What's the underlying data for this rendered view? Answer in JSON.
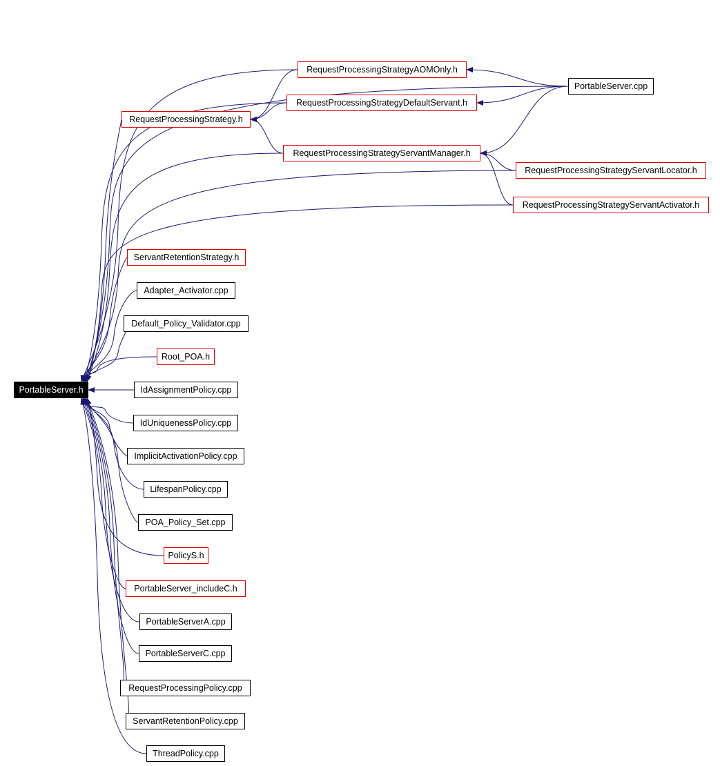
{
  "diagram": {
    "root": {
      "label": "PortableServer.h"
    },
    "nodes": [
      {
        "id": "aomonly",
        "label": "RequestProcessingStrategyAOMOnly.h",
        "border": "#e00000"
      },
      {
        "id": "ps_cpp",
        "label": "PortableServer.cpp",
        "border": "#000000"
      },
      {
        "id": "defservant",
        "label": "RequestProcessingStrategyDefaultServant.h",
        "border": "#e00000"
      },
      {
        "id": "rps",
        "label": "RequestProcessingStrategy.h",
        "border": "#e00000"
      },
      {
        "id": "servmgr",
        "label": "RequestProcessingStrategyServantManager.h",
        "border": "#e00000"
      },
      {
        "id": "servloc",
        "label": "RequestProcessingStrategyServantLocator.h",
        "border": "#e00000"
      },
      {
        "id": "servact",
        "label": "RequestProcessingStrategyServantActivator.h",
        "border": "#e00000"
      },
      {
        "id": "retstrat",
        "label": "ServantRetentionStrategy.h",
        "border": "#e00000"
      },
      {
        "id": "adapter",
        "label": "Adapter_Activator.cpp",
        "border": "#000000"
      },
      {
        "id": "defpol",
        "label": "Default_Policy_Validator.cpp",
        "border": "#000000"
      },
      {
        "id": "rootpoa",
        "label": "Root_POA.h",
        "border": "#e00000"
      },
      {
        "id": "idassign",
        "label": "IdAssignmentPolicy.cpp",
        "border": "#000000"
      },
      {
        "id": "iduniq",
        "label": "IdUniquenessPolicy.cpp",
        "border": "#000000"
      },
      {
        "id": "implicit",
        "label": "ImplicitActivationPolicy.cpp",
        "border": "#000000"
      },
      {
        "id": "lifespan",
        "label": "LifespanPolicy.cpp",
        "border": "#000000"
      },
      {
        "id": "poaset",
        "label": "POA_Policy_Set.cpp",
        "border": "#000000"
      },
      {
        "id": "policys",
        "label": "PolicyS.h",
        "border": "#e00000"
      },
      {
        "id": "incc",
        "label": "PortableServer_includeC.h",
        "border": "#e00000"
      },
      {
        "id": "psa",
        "label": "PortableServerA.cpp",
        "border": "#000000"
      },
      {
        "id": "psc",
        "label": "PortableServerC.cpp",
        "border": "#000000"
      },
      {
        "id": "rppol",
        "label": "RequestProcessingPolicy.cpp",
        "border": "#000000"
      },
      {
        "id": "srpol",
        "label": "ServantRetentionPolicy.cpp",
        "border": "#000000"
      },
      {
        "id": "thread",
        "label": "ThreadPolicy.cpp",
        "border": "#000000"
      }
    ],
    "edges": [
      {
        "from": "ps_cpp",
        "to": "aomonly"
      },
      {
        "from": "ps_cpp",
        "to": "defservant"
      },
      {
        "from": "ps_cpp",
        "to": "servmgr"
      },
      {
        "from": "ps_cpp",
        "to": "root"
      },
      {
        "from": "aomonly",
        "to": "rps"
      },
      {
        "from": "aomonly",
        "to": "root"
      },
      {
        "from": "defservant",
        "to": "rps"
      },
      {
        "from": "defservant",
        "to": "root"
      },
      {
        "from": "servmgr",
        "to": "rps"
      },
      {
        "from": "servmgr",
        "to": "root"
      },
      {
        "from": "servloc",
        "to": "servmgr"
      },
      {
        "from": "servloc",
        "to": "root"
      },
      {
        "from": "servact",
        "to": "servmgr"
      },
      {
        "from": "servact",
        "to": "root"
      },
      {
        "from": "rps",
        "to": "root"
      },
      {
        "from": "retstrat",
        "to": "root"
      },
      {
        "from": "adapter",
        "to": "root"
      },
      {
        "from": "defpol",
        "to": "root"
      },
      {
        "from": "rootpoa",
        "to": "root"
      },
      {
        "from": "idassign",
        "to": "root"
      },
      {
        "from": "iduniq",
        "to": "root"
      },
      {
        "from": "implicit",
        "to": "root"
      },
      {
        "from": "lifespan",
        "to": "root"
      },
      {
        "from": "poaset",
        "to": "root"
      },
      {
        "from": "policys",
        "to": "root"
      },
      {
        "from": "incc",
        "to": "root"
      },
      {
        "from": "psa",
        "to": "root"
      },
      {
        "from": "psc",
        "to": "root"
      },
      {
        "from": "rppol",
        "to": "root"
      },
      {
        "from": "srpol",
        "to": "root"
      },
      {
        "from": "thread",
        "to": "root"
      }
    ],
    "edge_color": "#191970"
  }
}
